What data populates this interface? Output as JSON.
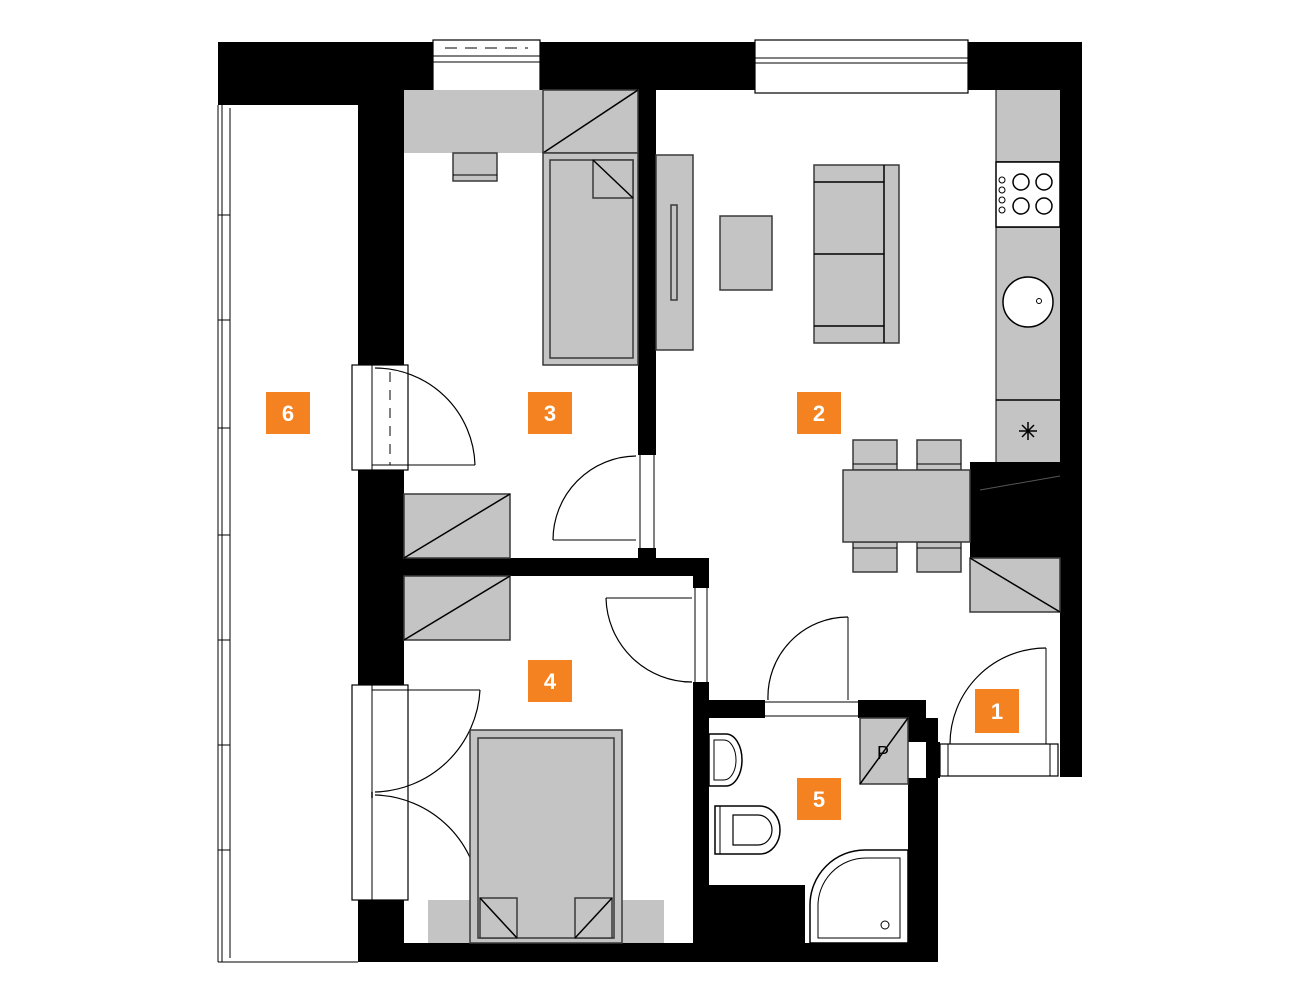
{
  "colors": {
    "wall": "#000000",
    "furniture": "#c4c4c4",
    "room_badge": "#f58220",
    "badge_text": "#ffffff",
    "background": "#ffffff"
  },
  "rooms": [
    {
      "id": "1",
      "label": "1"
    },
    {
      "id": "2",
      "label": "2"
    },
    {
      "id": "3",
      "label": "3"
    },
    {
      "id": "4",
      "label": "4"
    },
    {
      "id": "5",
      "label": "5"
    },
    {
      "id": "6",
      "label": "6"
    }
  ],
  "utility": {
    "label": "P"
  },
  "icons": [
    "stove-icon",
    "sink-icon",
    "fridge-icon",
    "toilet-icon",
    "shower-icon",
    "bed-icon",
    "sofa-icon",
    "table-icon",
    "chair-icon"
  ]
}
